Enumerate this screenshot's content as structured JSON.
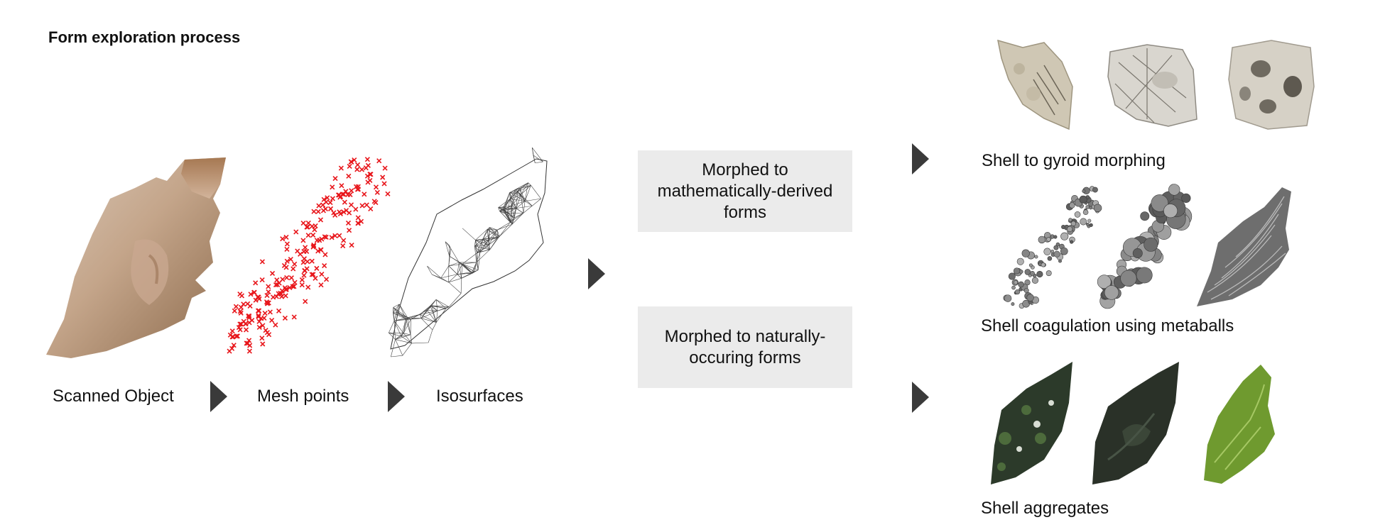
{
  "title": "Form exploration process",
  "steps": {
    "scanned": "Scanned Object",
    "mesh": "Mesh points",
    "iso": "Isosurfaces"
  },
  "branches": {
    "math": "Morphed to mathematically-derived forms",
    "natural": "Morphed to naturally-occuring forms"
  },
  "results": {
    "gyroid": "Shell to gyroid morphing",
    "metaballs": "Shell coagulation using metaballs",
    "aggregates": "Shell aggregates"
  },
  "colors": {
    "arrow": "#3a3a3a",
    "box": "#ebebeb",
    "points": "#e8161b"
  }
}
